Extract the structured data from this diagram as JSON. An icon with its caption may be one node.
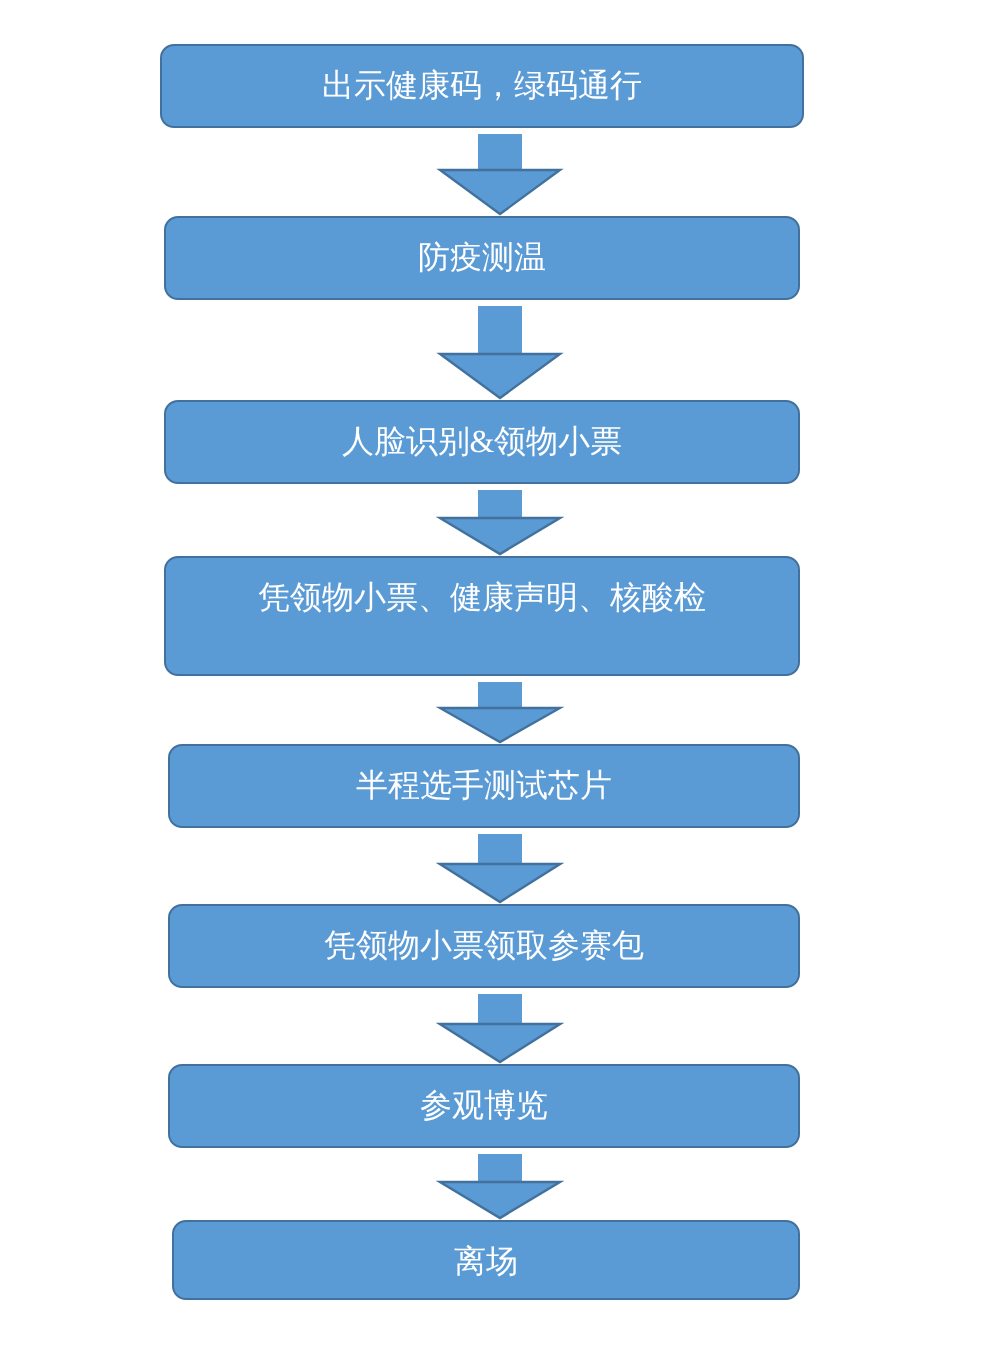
{
  "diagram": {
    "nodes": [
      {
        "text": [
          "出示健康码，绿码通行"
        ]
      },
      {
        "text": [
          "防疫测温"
        ]
      },
      {
        "text": [
          "人脸识别&领物小票"
        ]
      },
      {
        "text": [
          "凭领物小票、健康声明、核酸检"
        ]
      },
      {
        "text": [
          "半程选手测试芯片"
        ]
      },
      {
        "text": [
          "凭领物小票领取参赛包"
        ]
      },
      {
        "text": [
          "参观博览"
        ]
      },
      {
        "text": [
          "离场"
        ]
      }
    ],
    "edges": [
      {
        "from": 0,
        "to": 1,
        "arrow": "to"
      },
      {
        "from": 1,
        "to": 2,
        "arrow": "to"
      },
      {
        "from": 2,
        "to": 3,
        "arrow": "to"
      },
      {
        "from": 3,
        "to": 4,
        "arrow": "to"
      },
      {
        "from": 4,
        "to": 5,
        "arrow": "to"
      },
      {
        "from": 5,
        "to": 6,
        "arrow": "to"
      },
      {
        "from": 6,
        "to": 7,
        "arrow": "to"
      }
    ]
  }
}
